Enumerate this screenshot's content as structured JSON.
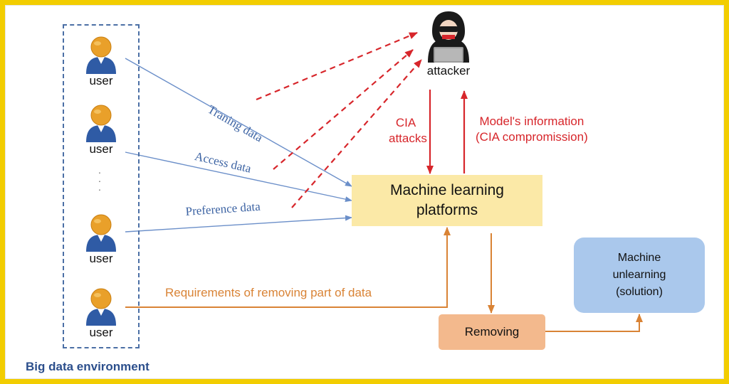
{
  "diagram": {
    "environment_label": "Big data environment",
    "users": [
      {
        "label": "user"
      },
      {
        "label": "user"
      },
      {
        "label": "user"
      },
      {
        "label": "user"
      }
    ],
    "ellipsis": "·\n·\n·",
    "attacker_label": "attacker",
    "ml_platform": {
      "line1": "Machine learning",
      "line2": "platforms"
    },
    "unlearning": {
      "line1": "Machine",
      "line2": "unlearning",
      "line3": "(solution)"
    },
    "removing": "Removing",
    "edges": {
      "training": "Traning data",
      "access": "Access data",
      "preference": "Preference data",
      "cia_attacks_1": "CIA",
      "cia_attacks_2": "attacks",
      "model_info_1": "Model's information",
      "model_info_2": "(CIA compromission)",
      "removal_request": "Requirements of removing part of data"
    },
    "colors": {
      "frame": "#f2cd00",
      "blue_line": "#6b8fc9",
      "red": "#d7262b",
      "orange": "#d98335",
      "ml_box": "#fbe9a7",
      "unlearning_box": "#aac8ec",
      "removing_box": "#f3b98d"
    }
  }
}
